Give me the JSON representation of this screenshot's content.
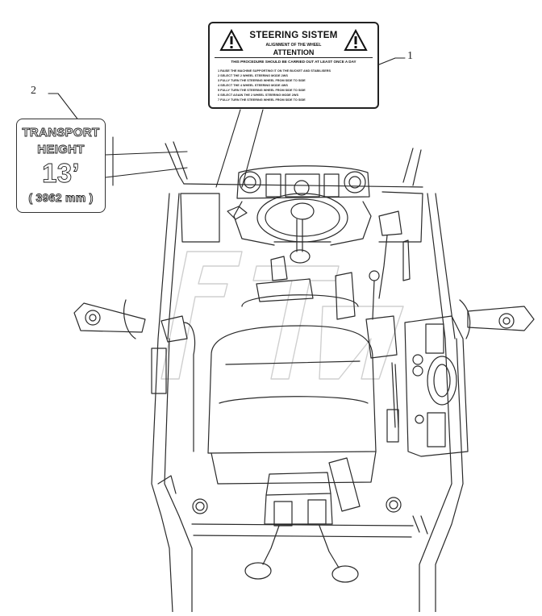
{
  "callouts": {
    "c1": "1",
    "c2": "2"
  },
  "decal_steering": {
    "title": "STEERING SISTEM",
    "subtitle": "ALIGNMENT OF THE WHEEL",
    "attention": "ATTENTION",
    "intro": "THIS PROCEDURE SHOULD BE CARRIED OUT AT LEAST ONCE A DAY",
    "steps": [
      "1 RAISE THE MACHINE SUPPORTING IT ON THE BUCKET AND STABILISERS",
      "2 SELECT THE 2 WHEEL STEERING MODE 2WS",
      "3 FULLY TURN THE STEERING WHEEL FROM SIDE TO SIDE",
      "4 SELECT THE 4 WHEEL STEERING MODE 4WS",
      "5 FULLY TURN THE STEERING WHEEL FROM SIDE TO SIDE",
      "6 SELECT AGAIN THE 2 WHEEL STEERING MODE 2WS",
      "7 FULLY TURN THE STEERING WHEEL FROM SIDE TO SIDE"
    ]
  },
  "decal_transport": {
    "line1": "TRANSPORT",
    "line2": "HEIGHT",
    "line3": "13’",
    "line4": "( 3962 mm )"
  }
}
